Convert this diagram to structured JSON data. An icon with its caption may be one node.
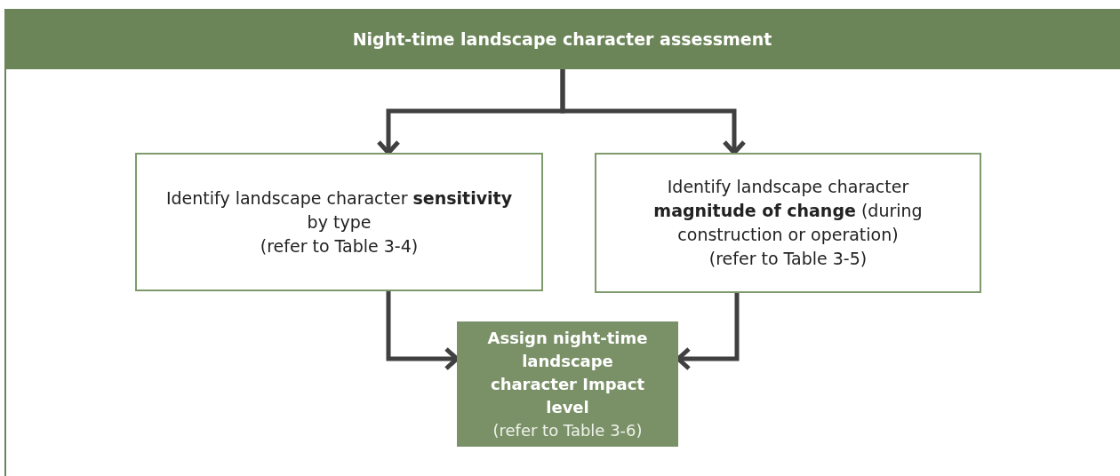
{
  "diagram": {
    "nodes": [
      {
        "text": [
          "Night-time landscape character assessment"
        ]
      },
      {
        "text": [
          "Identify landscape character **sensitivity** by type",
          "(refer to Table 3-4)"
        ]
      },
      {
        "text": [
          "Identify landscape character **magnitude of change** (during construction or operation)",
          "(refer to Table 3-5)"
        ]
      },
      {
        "text": [
          "Assign night-time landscape character Impact  level",
          "(refer to Table 3-6)"
        ]
      }
    ],
    "edges": [
      {
        "from": 0,
        "to": 1,
        "arrow": "to"
      },
      {
        "from": 0,
        "to": 2,
        "arrow": "to"
      },
      {
        "from": 1,
        "to": 3,
        "arrow": "to"
      },
      {
        "from": 2,
        "to": 3,
        "arrow": "to"
      }
    ]
  }
}
